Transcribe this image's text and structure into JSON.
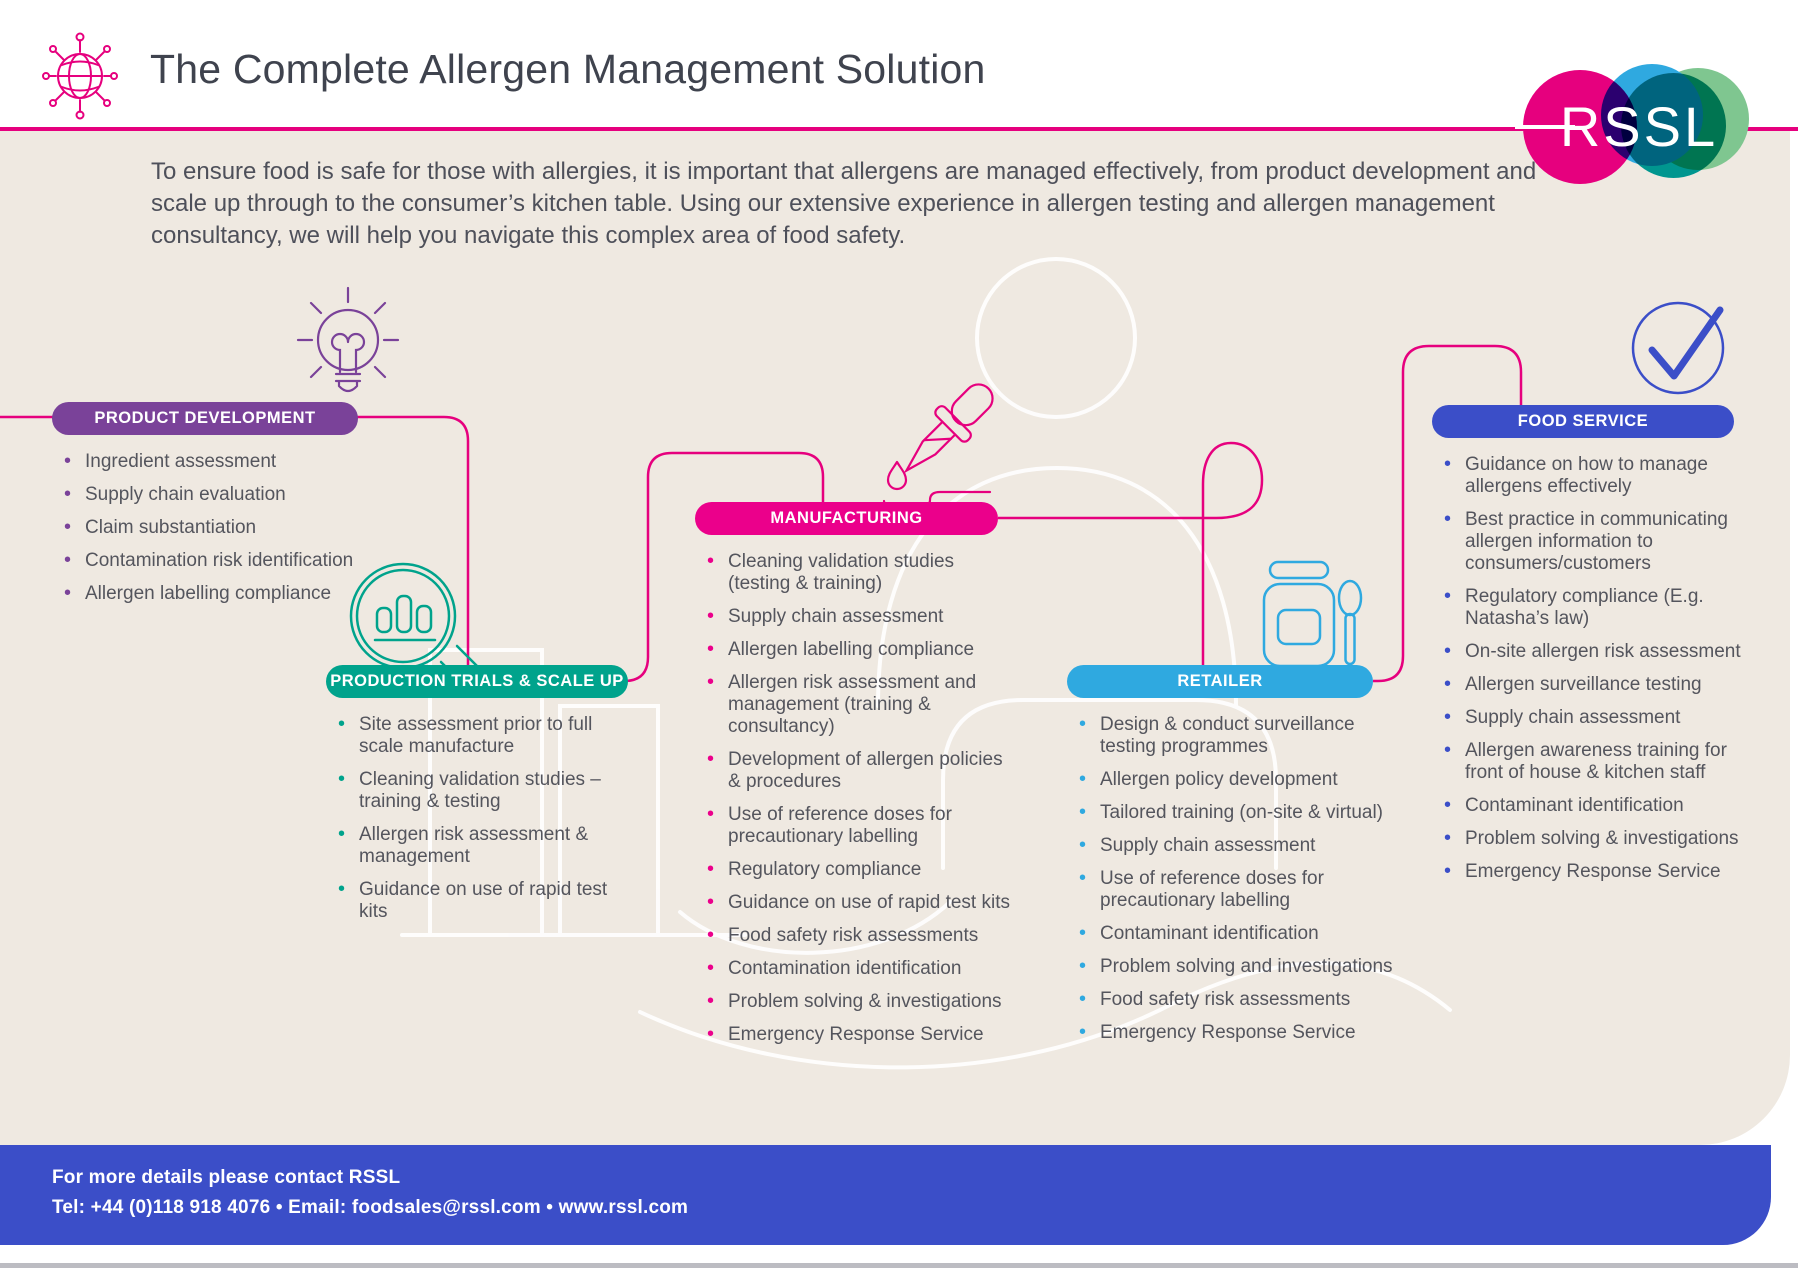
{
  "header": {
    "title": "The Complete Allergen Management Solution",
    "logo_text": "RSSL"
  },
  "intro": "To ensure food is safe for those with allergies, it is important that allergens are managed effectively, from product development and scale up through to the consumer’s kitchen table. Using our extensive experience in allergen testing and allergen management consultancy, we will help you navigate this complex area of food safety.",
  "sections": [
    {
      "label": "PRODUCT DEVELOPMENT",
      "color": "#7a4299",
      "icon": "lightbulb-icon",
      "items": [
        "Ingredient assessment",
        "Supply chain evaluation",
        "Claim substantiation",
        "Contamination risk identification",
        "Allergen labelling compliance"
      ]
    },
    {
      "label": "PRODUCTION TRIALS & SCALE UP",
      "color": "#00a38c",
      "icon": "magnifier-chart-icon",
      "items": [
        "Site assessment prior to full scale manufacture",
        "Cleaning validation studies – training & testing",
        "Allergen risk assessment & management",
        "Guidance on use of rapid test kits"
      ]
    },
    {
      "label": "MANUFACTURING",
      "color": "#eb008b",
      "icon": "pipette-icon",
      "items": [
        "Cleaning validation studies (testing & training)",
        "Supply chain assessment",
        "Allergen labelling compliance",
        "Allergen risk assessment and management (training & consultancy)",
        "Development of allergen policies & procedures",
        "Use of reference doses for precautionary labelling",
        "Regulatory compliance",
        "Guidance on use of rapid test kits",
        "Food safety risk assessments",
        "Contamination identification",
        "Problem solving & investigations",
        "Emergency Response Service"
      ]
    },
    {
      "label": "RETAILER",
      "color": "#2fa9e0",
      "icon": "jar-spoon-icon",
      "items": [
        "Design & conduct surveillance testing programmes",
        "Allergen policy development",
        "Tailored training (on-site & virtual)",
        "Supply chain assessment",
        "Use of reference doses for precautionary labelling",
        "Contaminant identification",
        "Problem solving and investigations",
        "Food safety risk assessments",
        "Emergency Response Service"
      ]
    },
    {
      "label": "FOOD SERVICE",
      "color": "#3b4ec8",
      "icon": "check-circle-icon",
      "items": [
        "Guidance on how to manage allergens effectively",
        "Best practice in communicating allergen information to consumers/customers",
        "Regulatory compliance (E.g. Natasha’s law)",
        "On-site allergen risk assessment",
        "Allergen surveillance testing",
        "Supply chain assessment",
        "Allergen awareness training for front of house & kitchen staff",
        "Contaminant identification",
        "Problem solving & investigations",
        "Emergency Response Service"
      ]
    }
  ],
  "footer": {
    "line1": "For more details please contact RSSL",
    "line2": "Tel: +44 (0)118 918 4076 • Email: foodsales@rssl.com • www.rssl.com"
  },
  "icons": [
    "globe-network-icon",
    "lightbulb-icon",
    "magnifier-chart-icon",
    "pipette-icon",
    "jar-spoon-icon",
    "check-circle-icon"
  ],
  "colors": {
    "accent_pink": "#e6007e",
    "purple": "#7a4299",
    "teal": "#00a38c",
    "magenta": "#eb008b",
    "light_blue": "#2fa9e0",
    "royal_blue": "#3b4ec8",
    "background_beige": "#efe9e1",
    "body_text": "#54555d",
    "logo_green": "#7fc690",
    "logo_blue": "#2fa9e0",
    "logo_teal": "#00968f"
  }
}
